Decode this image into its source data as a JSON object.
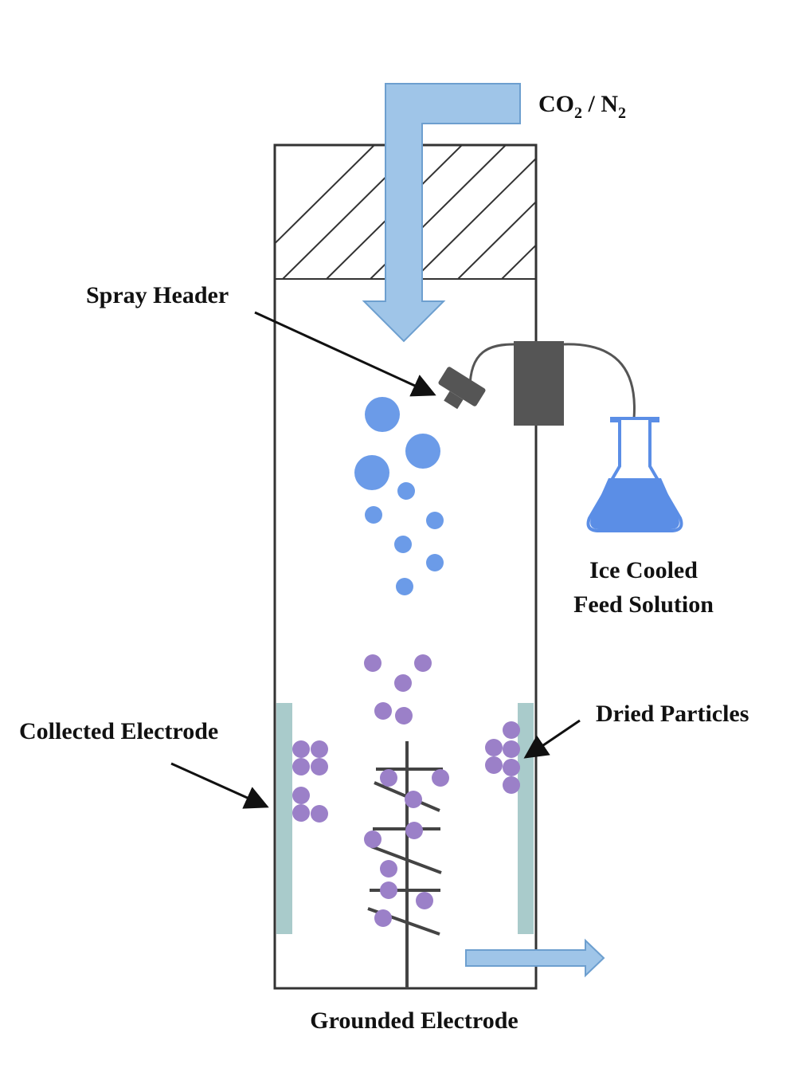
{
  "labels": {
    "gas_main": "CO",
    "gas_sub": "2",
    "gas_sep": " / N",
    "gas_sub2": "2",
    "spray_header": "Spray Header",
    "feed_line1": "Ice Cooled",
    "feed_line2": "Feed Solution",
    "collected_electrode": "Collected Electrode",
    "dried_particles": "Dried Particles",
    "grounded_electrode": "Grounded Electrode"
  },
  "colors": {
    "gas_flow": "#9fc5e8",
    "gas_flow_stroke": "#6d9fcf",
    "droplet": "#6b9be8",
    "particle": "#9b80c8",
    "electrode_plate": "#a9cbcb",
    "nozzle": "#555555",
    "flask_liquid": "#5b8ee6",
    "outline": "#333333"
  }
}
